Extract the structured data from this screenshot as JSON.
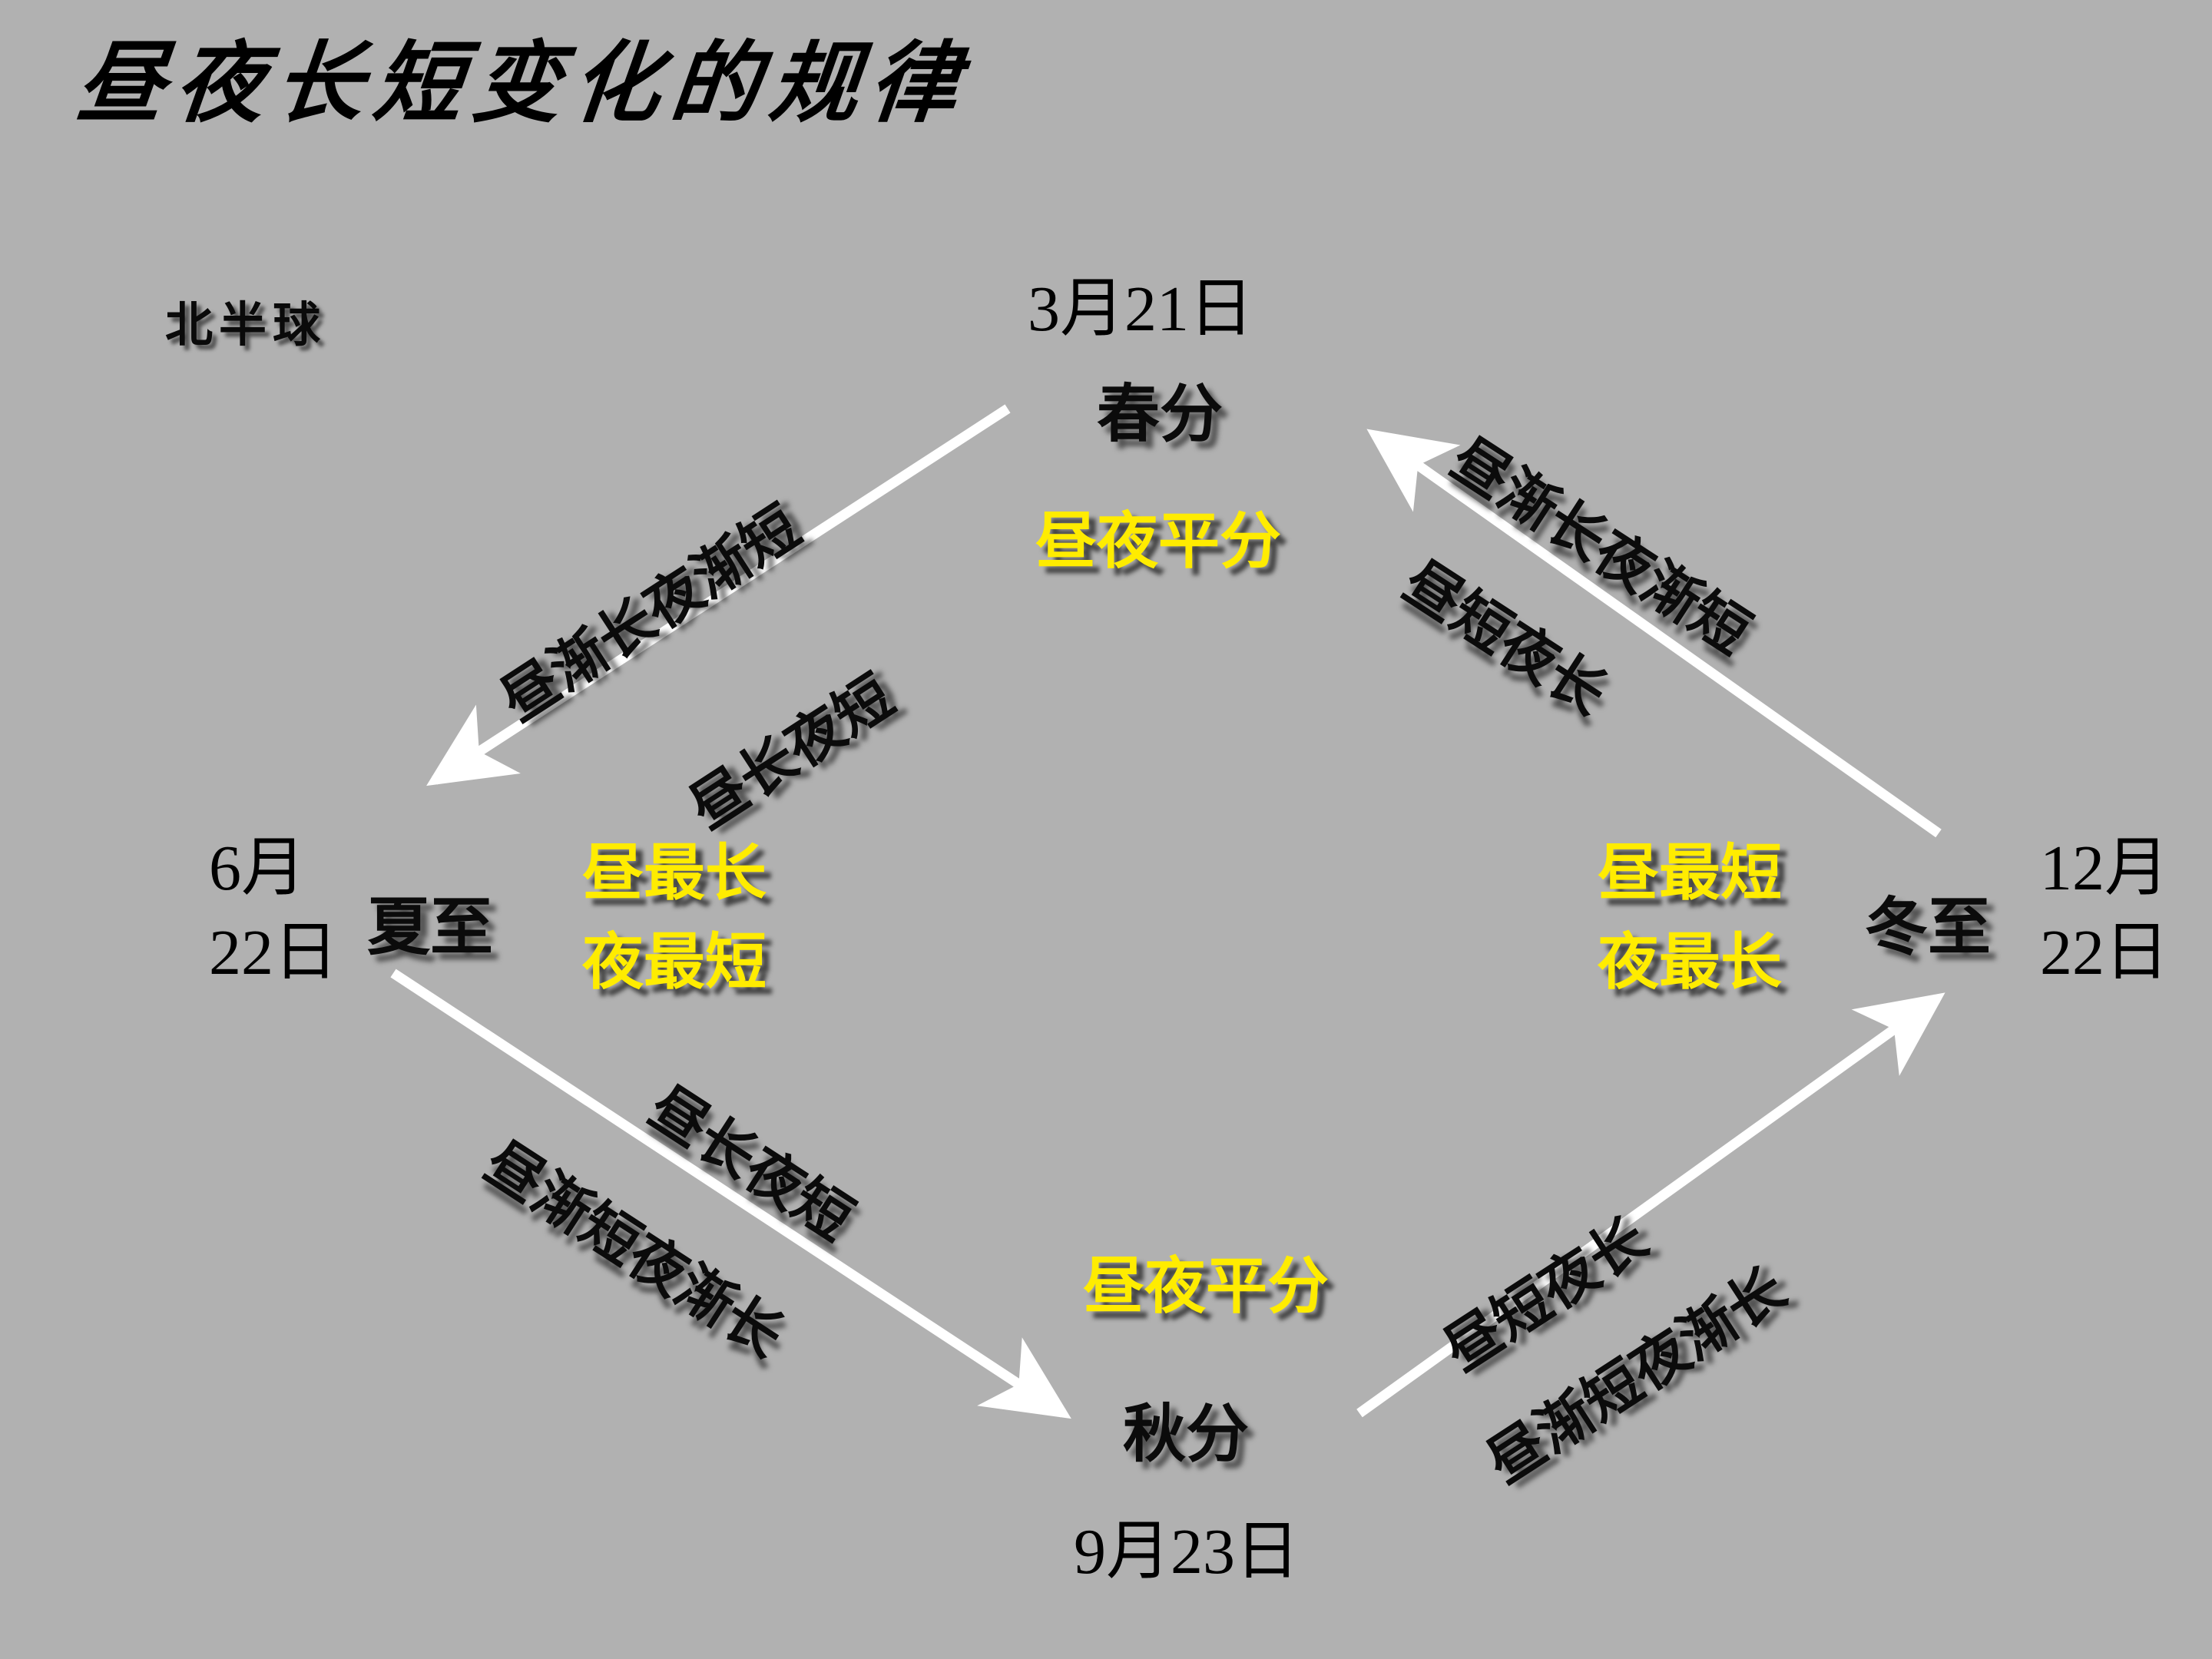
{
  "title": "昼夜长短变化的规律",
  "hemisphere_label": "北半球",
  "colors": {
    "background": "#b1b1b1",
    "text": "#000000",
    "highlight": "#ffec00",
    "arrow": "#ffffff"
  },
  "nodes": {
    "spring_equinox": {
      "date": "3月21日",
      "name": "春分",
      "note": "昼夜平分"
    },
    "summer_solstice": {
      "date_line1": "6月",
      "date_line2": "22日",
      "name": "夏至",
      "note_line1": "昼最长",
      "note_line2": "夜最短"
    },
    "autumn_equinox": {
      "date": "9月23日",
      "name": "秋分",
      "note": "昼夜平分"
    },
    "winter_solstice": {
      "date_line1": "12月",
      "date_line2": "22日",
      "name": "冬至",
      "note_line1": "昼最短",
      "note_line2": "夜最长"
    }
  },
  "edges": {
    "spring_to_summer": {
      "outer_label": "昼渐长夜渐短",
      "inner_label": "昼长夜短",
      "direction": "春分 → 夏至"
    },
    "summer_to_autumn": {
      "outer_label": "昼渐短夜渐长",
      "inner_label": "昼长夜短",
      "direction": "夏至 → 秋分"
    },
    "autumn_to_winter": {
      "outer_label": "昼渐短夜渐长",
      "inner_label": "昼短夜长",
      "direction": "秋分 → 冬至"
    },
    "winter_to_spring": {
      "outer_label": "昼渐长夜渐短",
      "inner_label": "昼短夜长",
      "direction": "冬至 → 春分"
    }
  },
  "icons": {
    "arrow": "arrow-head"
  }
}
